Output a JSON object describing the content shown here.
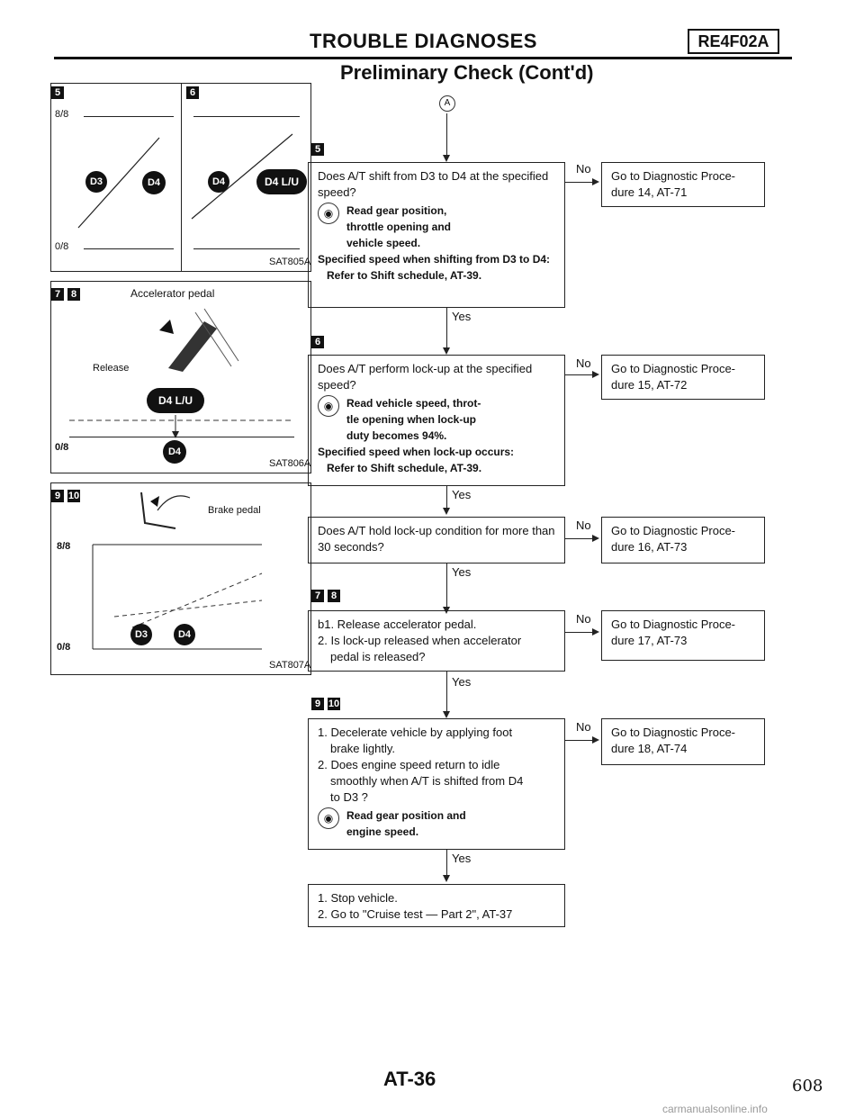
{
  "header": {
    "title": "TROUBLE DIAGNOSES",
    "code": "RE4F02A",
    "subtitle": "Preliminary Check (Cont'd)"
  },
  "figures": {
    "fig1": {
      "tags": [
        "5",
        "6"
      ],
      "y_top": "8/8",
      "y_bottom": "0/8",
      "gears_left": [
        "D3",
        "D4"
      ],
      "gears_right": [
        "D4",
        "D4 L/U"
      ],
      "ref": "SAT805A"
    },
    "fig2": {
      "tags": [
        "7",
        "8"
      ],
      "caption": "Accelerator pedal",
      "release_label": "Release",
      "gear_top": "D4 L/U",
      "gear_bottom": "D4",
      "y_bottom": "0/8",
      "ref": "SAT806A"
    },
    "fig3": {
      "tags": [
        "9",
        "10"
      ],
      "caption": "Brake pedal",
      "y_top": "8/8",
      "y_bottom": "0/8",
      "gears": [
        "D3",
        "D4"
      ],
      "ref": "SAT807A"
    }
  },
  "flow": {
    "start_marker": "A",
    "no_label": "No",
    "yes_label": "Yes",
    "steps": [
      {
        "tags": [
          "5"
        ],
        "question": "Does A/T shift from D3 to D4 at the specified speed?",
        "check_lines": [
          "Read gear position,",
          "throttle opening and",
          "vehicle speed."
        ],
        "spec_lines": [
          "Specified speed when shifting from D3 to D4:",
          "Refer to Shift schedule, AT-39."
        ],
        "no_action": "Go to Diagnostic Proce- dure 14, AT-71"
      },
      {
        "tags": [
          "6"
        ],
        "question": "Does A/T perform lock-up at the specified speed?",
        "check_lines": [
          "Read vehicle speed, throt-",
          "tle opening when lock-up",
          "duty becomes 94%."
        ],
        "spec_lines": [
          "Specified speed when lock-up occurs:",
          "Refer to Shift schedule, AT-39."
        ],
        "no_action": "Go to Diagnostic Proce- dure 15, AT-72"
      },
      {
        "tags": [],
        "question": "Does A/T hold lock-up condition for more than 30 seconds?",
        "check_lines": [],
        "spec_lines": [],
        "no_action": "Go to Diagnostic Proce- dure 16, AT-73"
      },
      {
        "tags": [
          "7",
          "8"
        ],
        "question_lines": [
          "b1. Release accelerator pedal.",
          "2. Is lock-up released when accelerator",
          "pedal is released?"
        ],
        "no_action": "Go to Diagnostic Proce- dure 17, AT-73"
      },
      {
        "tags": [
          "9",
          "10"
        ],
        "question_lines": [
          "1. Decelerate vehicle by applying foot",
          "brake lightly.",
          "2. Does engine speed return to idle",
          "smoothly when A/T is shifted from D4",
          "to D3 ?"
        ],
        "check_lines": [
          "Read gear position and",
          "engine speed."
        ],
        "no_action": "Go to Diagnostic Proce- dure 18, AT-74"
      }
    ],
    "final_lines": [
      "1. Stop vehicle.",
      "2. Go to \"Cruise test — Part 2\", AT-37"
    ]
  },
  "footer": {
    "code": "AT-36",
    "page": "608",
    "site": "carmanualsonline.info"
  }
}
